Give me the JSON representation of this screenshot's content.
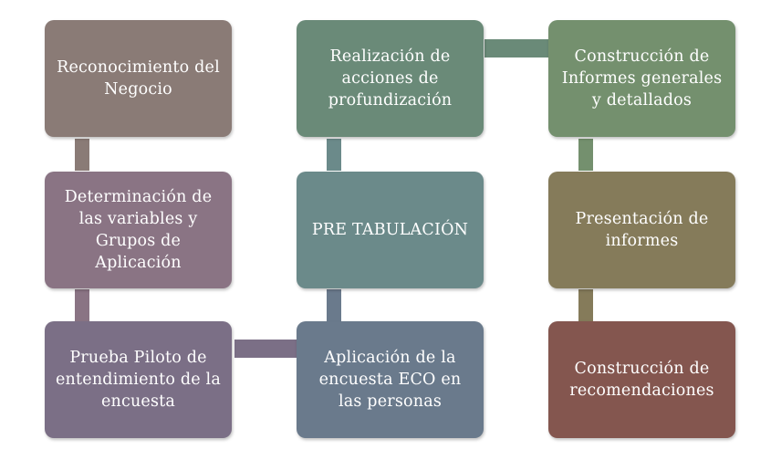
{
  "steps": [
    {
      "label": "Reconocimiento del Negocio",
      "color": "#8a7b76"
    },
    {
      "label": "Determinación de las variables y Grupos de Aplicación",
      "color": "#8a7484"
    },
    {
      "label": "Prueba Piloto de entendimiento de la encuesta",
      "color": "#7b6f86"
    },
    {
      "label": "Aplicación de la encuesta ECO en las personas",
      "color": "#6a7a8c"
    },
    {
      "label": "PRE TABULACIÓN",
      "color": "#6b8a8a"
    },
    {
      "label": "Realización de acciones de profundización",
      "color": "#6a8a78"
    },
    {
      "label": "Construcción de Informes generales y detallados",
      "color": "#74906e"
    },
    {
      "label": "Presentación de informes",
      "color": "#857b5a"
    },
    {
      "label": "Construcción de recomendaciones",
      "color": "#84564f"
    }
  ],
  "connectors": [
    {
      "color": "#8a7b76"
    },
    {
      "color": "#8a7484"
    },
    {
      "color": "#7b6f86"
    },
    {
      "color": "#6a7a8c"
    },
    {
      "color": "#6b8a8a"
    },
    {
      "color": "#6a8a78"
    },
    {
      "color": "#74906e"
    },
    {
      "color": "#857b5a"
    }
  ]
}
